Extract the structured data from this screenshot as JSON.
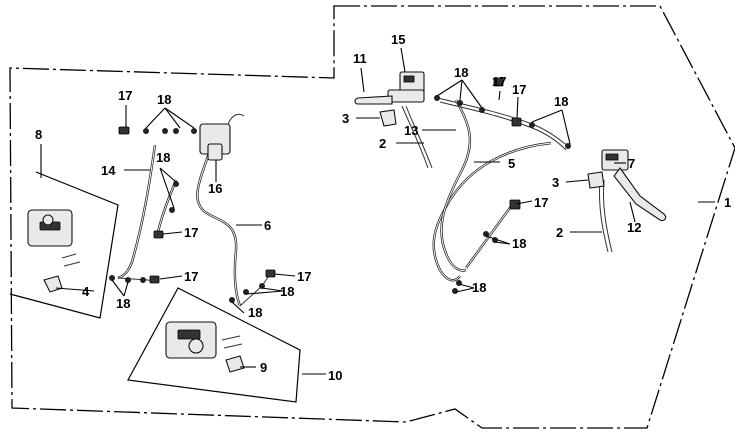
{
  "callouts": [
    {
      "id": "c1",
      "text": "1"
    },
    {
      "id": "c2a",
      "text": "2"
    },
    {
      "id": "c2b",
      "text": "2"
    },
    {
      "id": "c3a",
      "text": "3"
    },
    {
      "id": "c3b",
      "text": "3"
    },
    {
      "id": "c4",
      "text": "4"
    },
    {
      "id": "c5",
      "text": "5"
    },
    {
      "id": "c6",
      "text": "6"
    },
    {
      "id": "c7",
      "text": "7"
    },
    {
      "id": "c8",
      "text": "8"
    },
    {
      "id": "c9",
      "text": "9"
    },
    {
      "id": "c10",
      "text": "10"
    },
    {
      "id": "c11",
      "text": "11"
    },
    {
      "id": "c12",
      "text": "12"
    },
    {
      "id": "c13",
      "text": "13"
    },
    {
      "id": "c14",
      "text": "14"
    },
    {
      "id": "c15",
      "text": "15"
    },
    {
      "id": "c16",
      "text": "16"
    },
    {
      "id": "c17a",
      "text": "17"
    },
    {
      "id": "c17b",
      "text": "17"
    },
    {
      "id": "c17c",
      "text": "17"
    },
    {
      "id": "c17d",
      "text": "17"
    },
    {
      "id": "c17e",
      "text": "17"
    },
    {
      "id": "c17f",
      "text": "17"
    },
    {
      "id": "c17g",
      "text": "17"
    },
    {
      "id": "c18a",
      "text": "18"
    },
    {
      "id": "c18b",
      "text": "18"
    },
    {
      "id": "c18c",
      "text": "18"
    },
    {
      "id": "c18d",
      "text": "18"
    },
    {
      "id": "c18e",
      "text": "18"
    },
    {
      "id": "c18f",
      "text": "18"
    },
    {
      "id": "c18g",
      "text": "18"
    },
    {
      "id": "c18h",
      "text": "18"
    },
    {
      "id": "c18i",
      "text": "18"
    }
  ]
}
